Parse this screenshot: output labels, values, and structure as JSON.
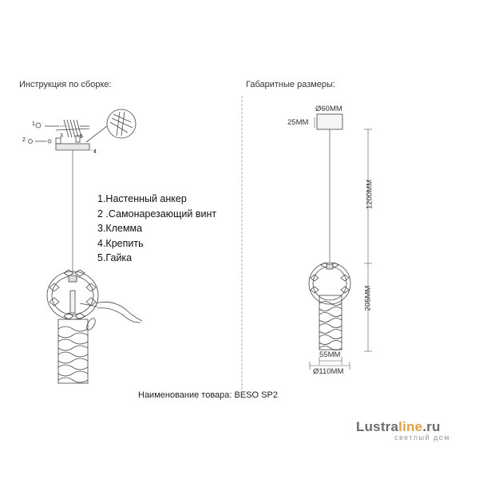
{
  "left_title": "Инструкция по сборке:",
  "right_title": "Габаритные размеры:",
  "steps": [
    "1.Настенный анкер",
    "2 .Самонарезающий винт",
    "3.Клемма",
    "4.Крепить",
    "5.Гайка"
  ],
  "dimensions": {
    "canopy_diameter": "Ø60MM",
    "canopy_height": "25MM",
    "cable_length": "1200MM",
    "shade_height": "205MM",
    "tube_width": "55MM",
    "ring_diameter": "Ø110MM"
  },
  "callouts": [
    "1",
    "2",
    "3",
    "4",
    "5"
  ],
  "product_caption": "Наименование товара: BESO SP2",
  "watermark": {
    "brand_main": "Lustra",
    "brand_accent": "line",
    "brand_tld": ".ru",
    "tagline": "светлый дом",
    "accent_color": "#e2a04a"
  }
}
